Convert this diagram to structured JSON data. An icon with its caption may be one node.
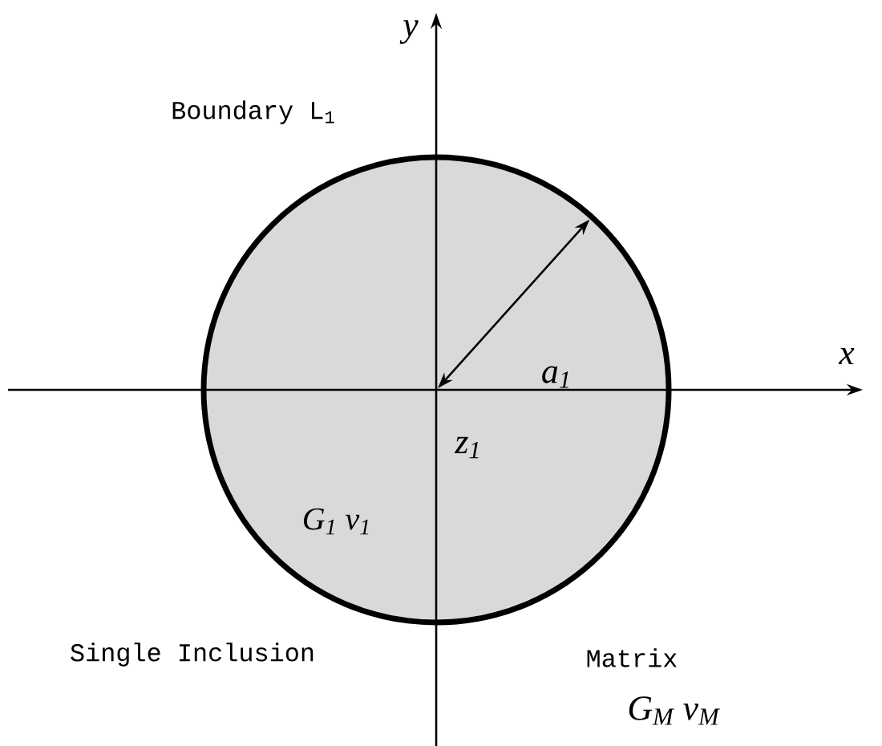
{
  "diagram": {
    "nodes": [
      {
        "text": [
          "G$_{1}$  ν$_{1}$"
        ]
      }
    ],
    "labels": [
      "y",
      "Boundary L$_{1}$",
      "a$_{1}$",
      "x",
      "z$_{1}$",
      "Single Inclusion",
      "Matrix",
      "G$_{M}$  ν$_{M}$"
    ]
  }
}
